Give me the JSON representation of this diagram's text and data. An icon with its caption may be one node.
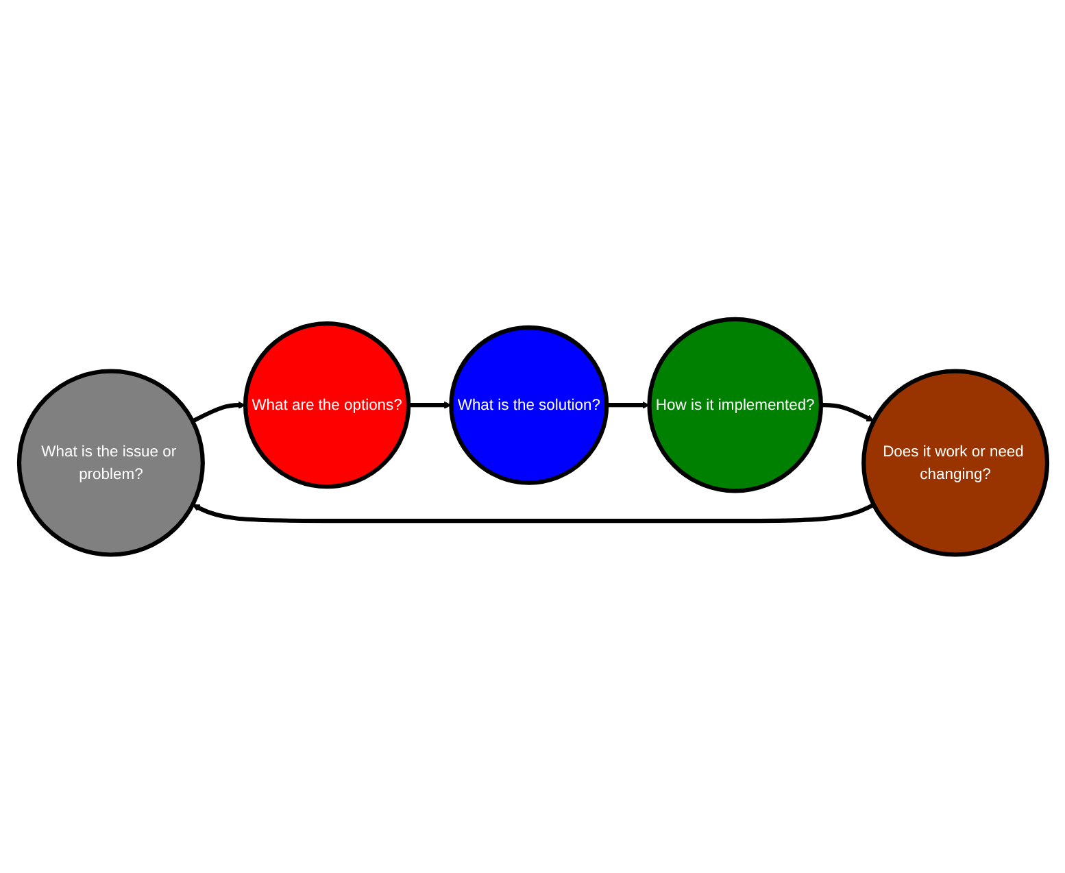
{
  "diagram": {
    "nodes": [
      {
        "text": [
          "What is the issue or problem?"
        ]
      },
      {
        "text": [
          "What are the options?"
        ]
      },
      {
        "text": [
          "What is the solution?"
        ]
      },
      {
        "text": [
          "How is it implemented?"
        ]
      },
      {
        "text": [
          "Does it work or need changing?"
        ]
      }
    ],
    "edges": [
      {
        "from": 0,
        "to": 1,
        "arrow": "to"
      },
      {
        "from": 1,
        "to": 2,
        "arrow": "to"
      },
      {
        "from": 2,
        "to": 3,
        "arrow": "to"
      },
      {
        "from": 3,
        "to": 4,
        "arrow": "to"
      },
      {
        "from": 4,
        "to": 0,
        "arrow": "to"
      }
    ]
  }
}
